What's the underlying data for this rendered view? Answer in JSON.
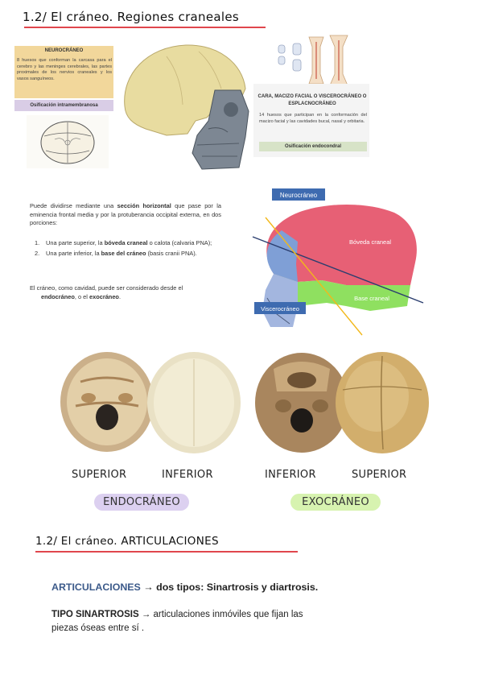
{
  "header": {
    "title": "1.2/ El cráneo. Regiones craneales"
  },
  "neuro": {
    "title": "NEUROCRÁNEO",
    "text": "8 huesos que conforman la carcasa para el cerebro y las meninges cerebrales, las partes proximales de los nervios craneales y los vasos sanguíneos.",
    "ossification": "Osificación intramembranosa"
  },
  "cara": {
    "title": "CARA, MACIZO FACIAL O VISCEROCRÁNEO O ESPLACNOCRÁNEO",
    "text": "14 huesos que participan en la conformación del macizo facial y las cavidades bucal, nasal y orbitaria.",
    "ossification": "Osificación endocondral"
  },
  "section": {
    "intro_pre": "Puede dividirse mediante una ",
    "intro_bold": "sección horizontal",
    "intro_post": " que pase por la eminencia frontal media y por la protuberancia occipital externa, en dos porciones:",
    "items": [
      {
        "num": "1.",
        "pre": "Una parte superior, la ",
        "bold": "bóveda craneal",
        "post": " o calota (calvaria PNA);"
      },
      {
        "num": "2.",
        "pre": "Una parte inferior, la ",
        "bold": "base del cráneo",
        "post": " (basis cranii PNA)."
      }
    ],
    "cavity_text": "El cráneo, como cavidad, puede ser considerado desde el",
    "cavity_b1": "endocráneo",
    "cavity_mid": ", o el ",
    "cavity_b2": "exocráneo",
    "cavity_end": "."
  },
  "figure": {
    "neurocraneo": "Neurocráneo",
    "boveda": "Bóveda craneal",
    "base": "Base craneal",
    "viscerocraneo": "Viscerocráneo"
  },
  "photos": {
    "labels": [
      "SUPERIOR",
      "INFERIOR",
      "INFERIOR",
      "SUPERIOR"
    ],
    "endo": "ENDOCRÁNEO",
    "exo": "EXOCRÁNEO"
  },
  "articulaciones": {
    "heading": "1.2/ El cráneo. ARTICULACIONES",
    "title": "ARTICULACIONES",
    "arrow": "→",
    "types": "dos tipos: Sinartrosis y diartrosis.",
    "tipo_label": "TIPO SINARTROSIS",
    "tipo_text": "articulaciones inmóviles que fijan las piezas óseas entre sí ."
  },
  "colors": {
    "accent_red": "#e0464d",
    "neuro_box": "#f2d79b",
    "lilac": "#d9cde6",
    "green_pill": "#d7f3b0",
    "blue_text": "#3c5a8a"
  }
}
